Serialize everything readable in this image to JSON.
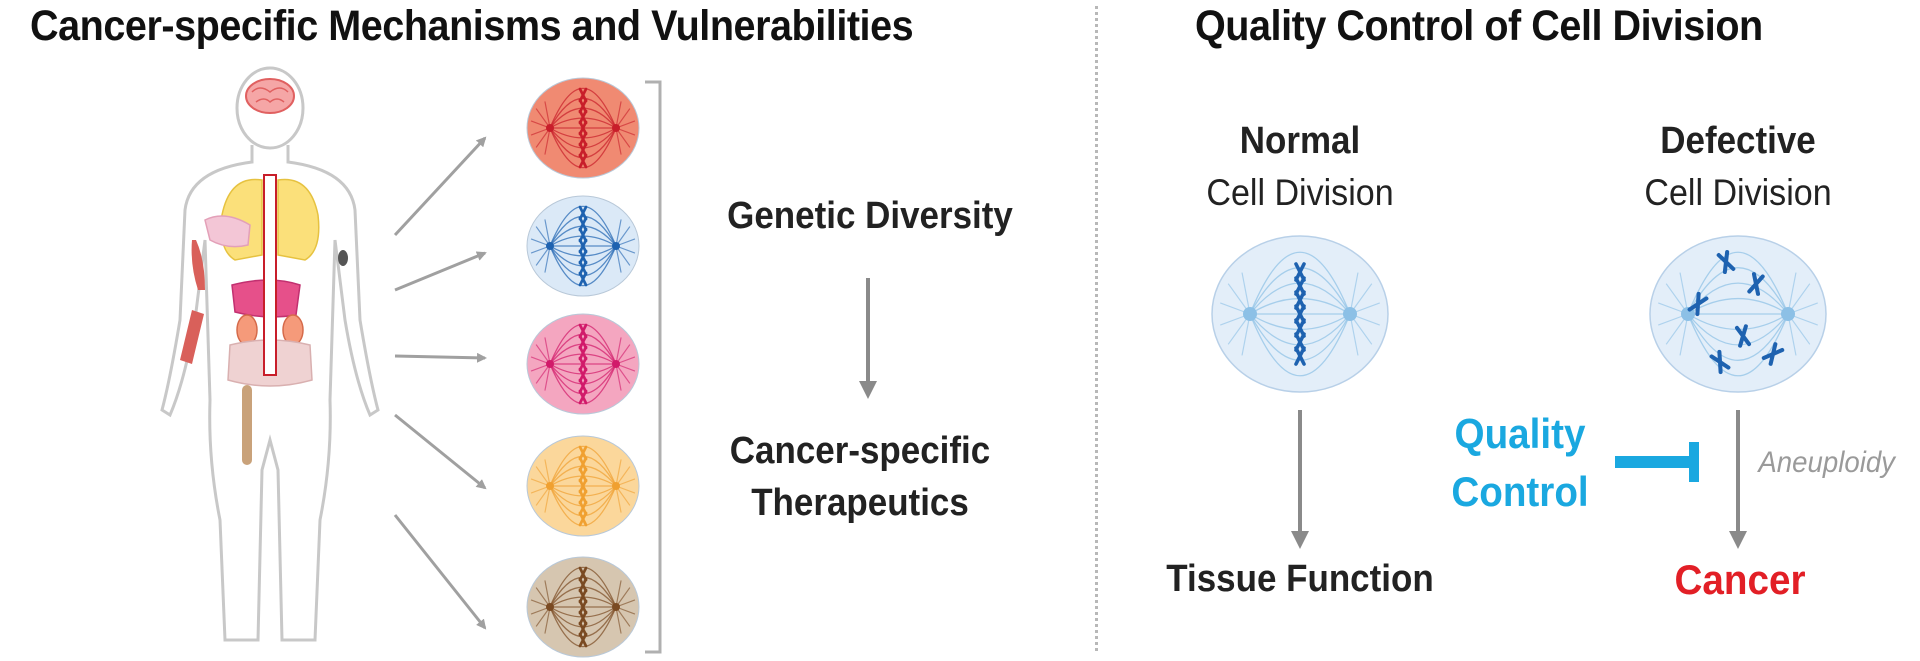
{
  "left_panel": {
    "title": "Cancer-specific Mechanisms and Vulnerabilities",
    "genetic_diversity": "Genetic Diversity",
    "therapeutics_line1": "Cancer-specific",
    "therapeutics_line2": "Therapeutics",
    "cell_colors": [
      "#f08a72",
      "#dbe9f7",
      "#f4a6c0",
      "#fbd79b",
      "#d6c6b0"
    ],
    "chromosome_colors": [
      "#c81e2a",
      "#1e62b0",
      "#d11a6a",
      "#f0a030",
      "#7a4a22"
    ]
  },
  "right_panel": {
    "title": "Quality Control of Cell Division",
    "normal_bold": "Normal",
    "normal_sub": "Cell Division",
    "defective_bold": "Defective",
    "defective_sub": "Cell Division",
    "tissue_function": "Tissue Function",
    "cancer": "Cancer",
    "quality_line1": "Quality",
    "quality_line2": "Control",
    "aneuploidy": "Aneuploidy",
    "colors": {
      "quality": "#1aa8e0",
      "cancer": "#e21f26",
      "chromosome": "#1e62b0",
      "cell": "#e3eef9"
    }
  }
}
